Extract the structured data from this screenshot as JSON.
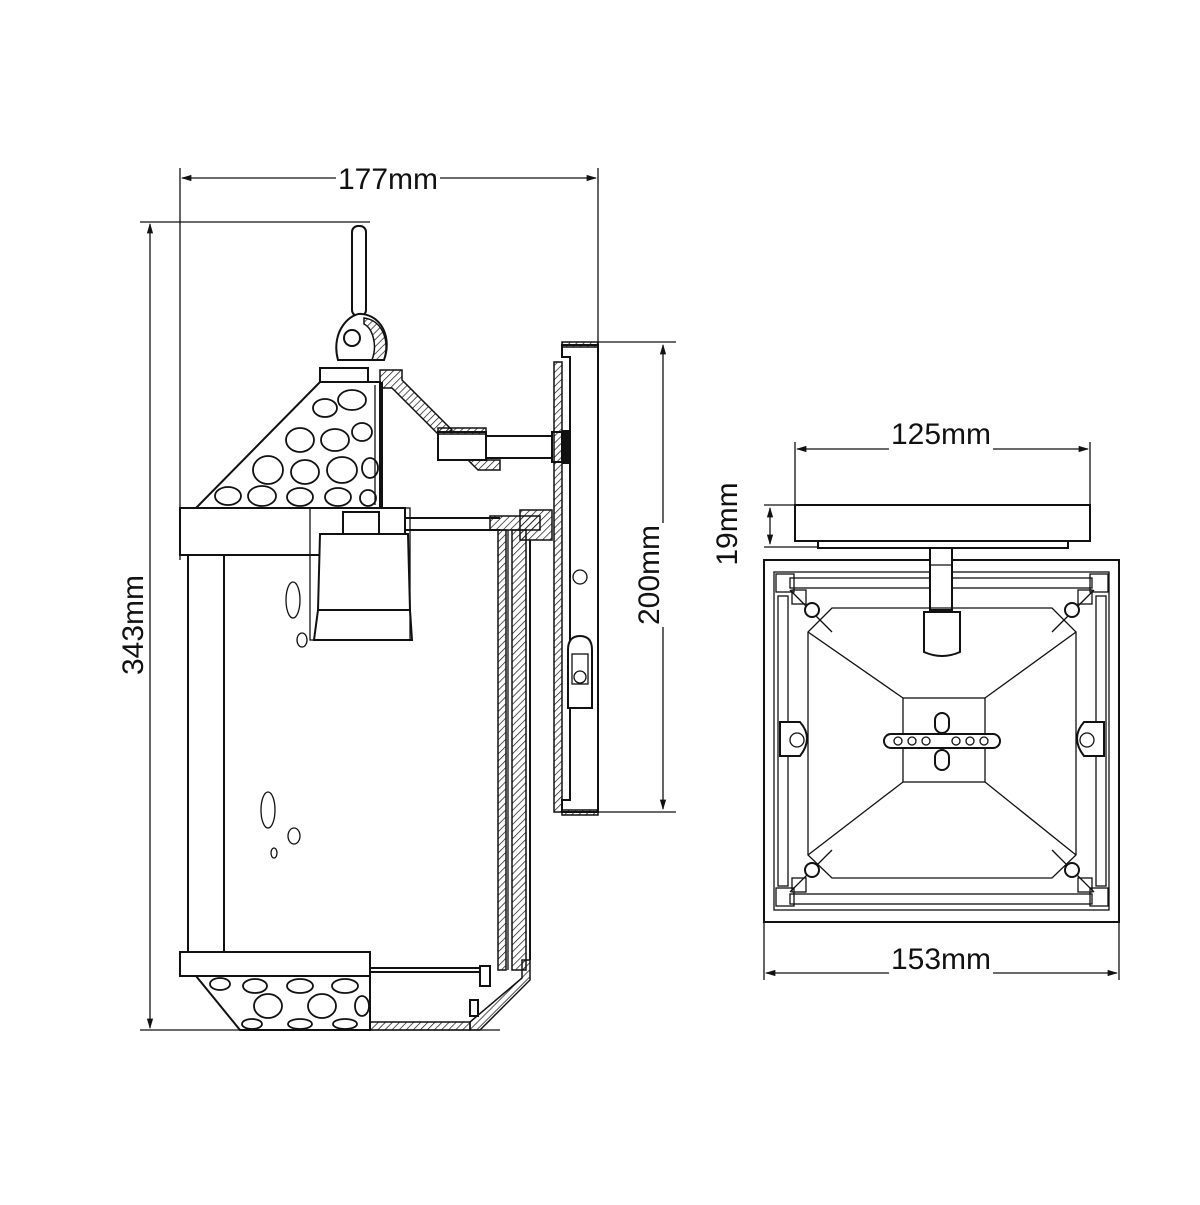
{
  "diagram": {
    "subject": "Wall lantern dimension drawing",
    "views": [
      {
        "name": "side-section-view",
        "dimensions": {
          "overall_depth": "177mm",
          "overall_height": "343mm",
          "backplate_height": "200mm"
        }
      },
      {
        "name": "top-plan-view",
        "dimensions": {
          "backplate_width": "125mm",
          "backplate_depth": "19mm",
          "body_width": "153mm"
        }
      }
    ],
    "colors": {
      "line": "#111111",
      "background": "#ffffff"
    }
  }
}
